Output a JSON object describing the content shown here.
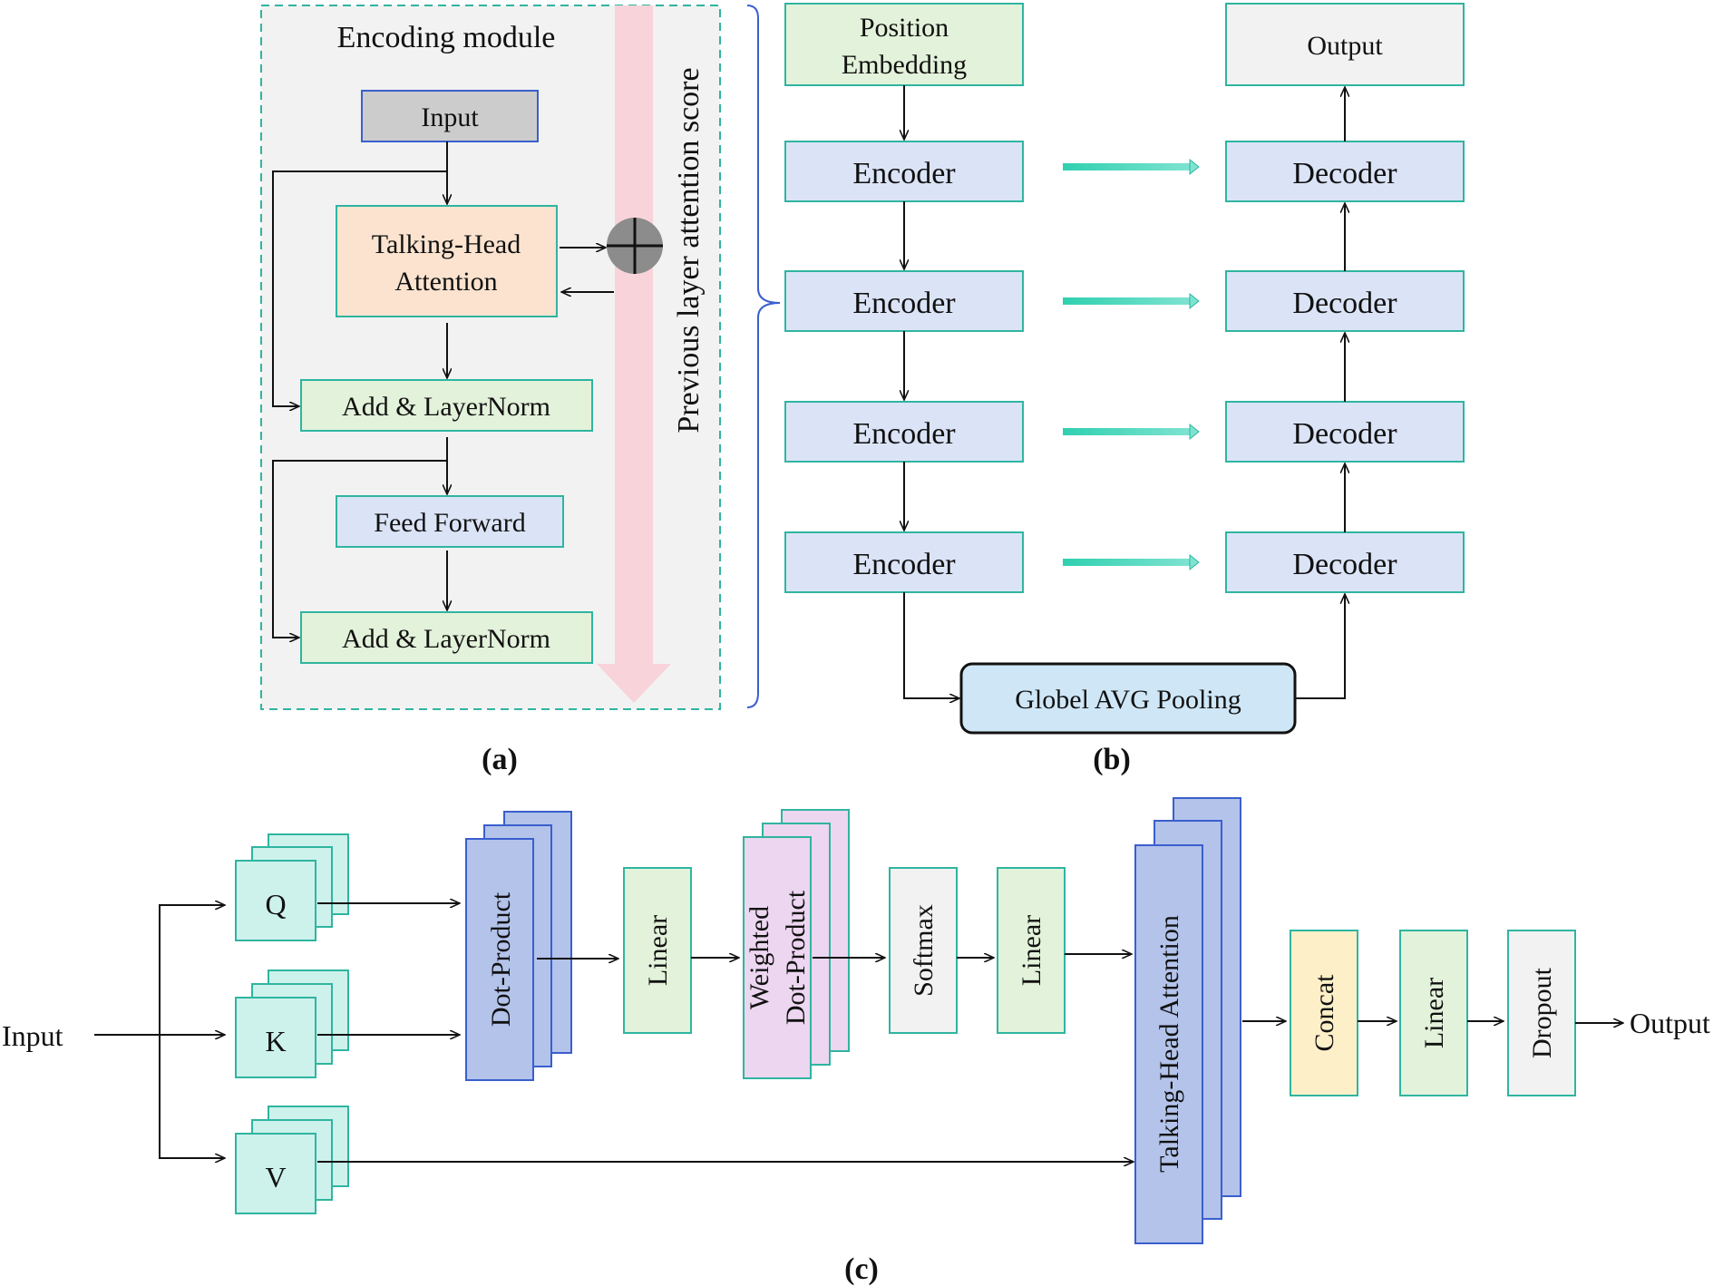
{
  "panel_a": {
    "title": "Encoding module",
    "input": "Input",
    "attention_line1": "Talking-Head",
    "attention_line2": "Attention",
    "add_norm_1": "Add & LayerNorm",
    "feed_forward": "Feed Forward",
    "add_norm_2": "Add & LayerNorm",
    "side_label": "Previous layer attention score",
    "caption": "(a)"
  },
  "panel_b": {
    "position_line1": "Position",
    "position_line2": "Embedding",
    "output": "Output",
    "encoder": "Encoder",
    "decoder": "Decoder",
    "pooling": "Globel AVG Pooling",
    "caption": "(b)"
  },
  "panel_c": {
    "input": "Input",
    "q": "Q",
    "k": "K",
    "v": "V",
    "dot_product": "Dot-Product",
    "linear": "Linear",
    "weighted_line1": "Weighted",
    "weighted_line2": "Dot-Product",
    "softmax": "Softmax",
    "talking_head": "Talking-Head Attention",
    "concat": "Concat",
    "dropout": "Dropout",
    "output": "Output",
    "caption": "(c)"
  },
  "colors": {
    "teal_border": "#2fb5a0",
    "blue_border": "#3a5fcd",
    "encoder_fill": "#dbe4f7",
    "attention_fill": "#fbe3cf",
    "layernorm_fill": "#e3f2da",
    "input_fill": "#cccccc",
    "qkv_fill": "#cdf2ec",
    "dot_fill": "#b3c3ea",
    "weighted_fill": "#ecd6f0",
    "concat_fill": "#fdf0c8",
    "pooling_fill": "#cfe6f6",
    "pink_arrow": "#f9d3da",
    "panel_bg": "#f2f2f2"
  }
}
